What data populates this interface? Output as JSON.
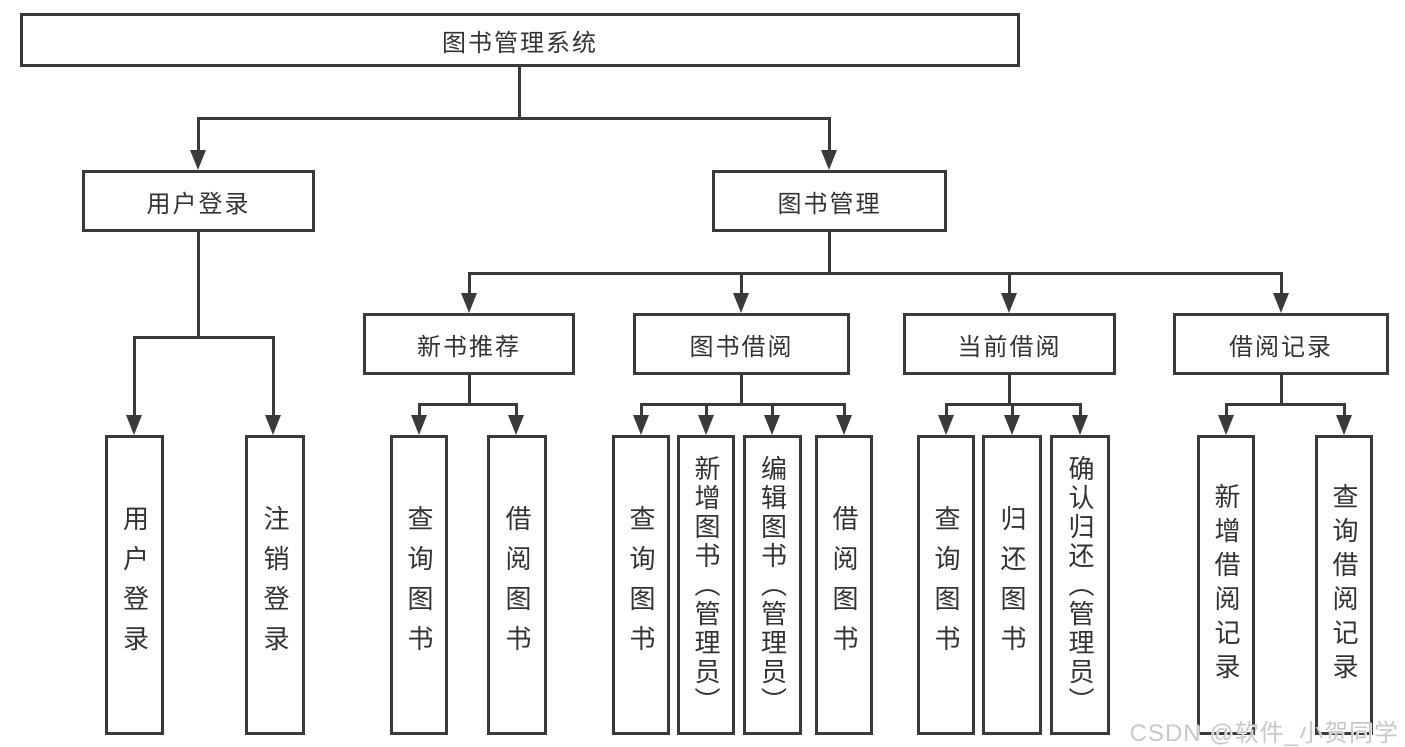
{
  "nodes": {
    "root": {
      "label": "图书管理系统"
    },
    "user_login": {
      "label": "用户登录"
    },
    "book_mgmt": {
      "label": "图书管理"
    },
    "leaf_user_login": {
      "label": "用户登录"
    },
    "leaf_logout": {
      "label": "注销登录"
    },
    "new_book_rec": {
      "label": "新书推荐"
    },
    "book_borrow": {
      "label": "图书借阅"
    },
    "current_borrow": {
      "label": "当前借阅"
    },
    "borrow_records": {
      "label": "借阅记录"
    },
    "rec_query_books": {
      "label": "查询图书"
    },
    "rec_borrow_books": {
      "label": "借阅图书"
    },
    "bb_query_books": {
      "label": "查询图书"
    },
    "bb_add_books": {
      "label": "新增图书（管理员）"
    },
    "bb_edit_books": {
      "label": "编辑图书（管理员）"
    },
    "bb_borrow_books": {
      "label": "借阅图书"
    },
    "cb_query_books": {
      "label": "查询图书"
    },
    "cb_return_books": {
      "label": "归还图书"
    },
    "cb_confirm_return": {
      "label": "确认归还（管理员）"
    },
    "br_add_record": {
      "label": "新增借阅记录"
    },
    "br_query_record": {
      "label": "查询借阅记录"
    }
  },
  "watermark": {
    "text": "CSDN @软件_小贺同学"
  },
  "colors": {
    "line": "#3a3a3a",
    "text": "#333333",
    "background": "#ffffff",
    "watermark": "#c8c8c8"
  }
}
